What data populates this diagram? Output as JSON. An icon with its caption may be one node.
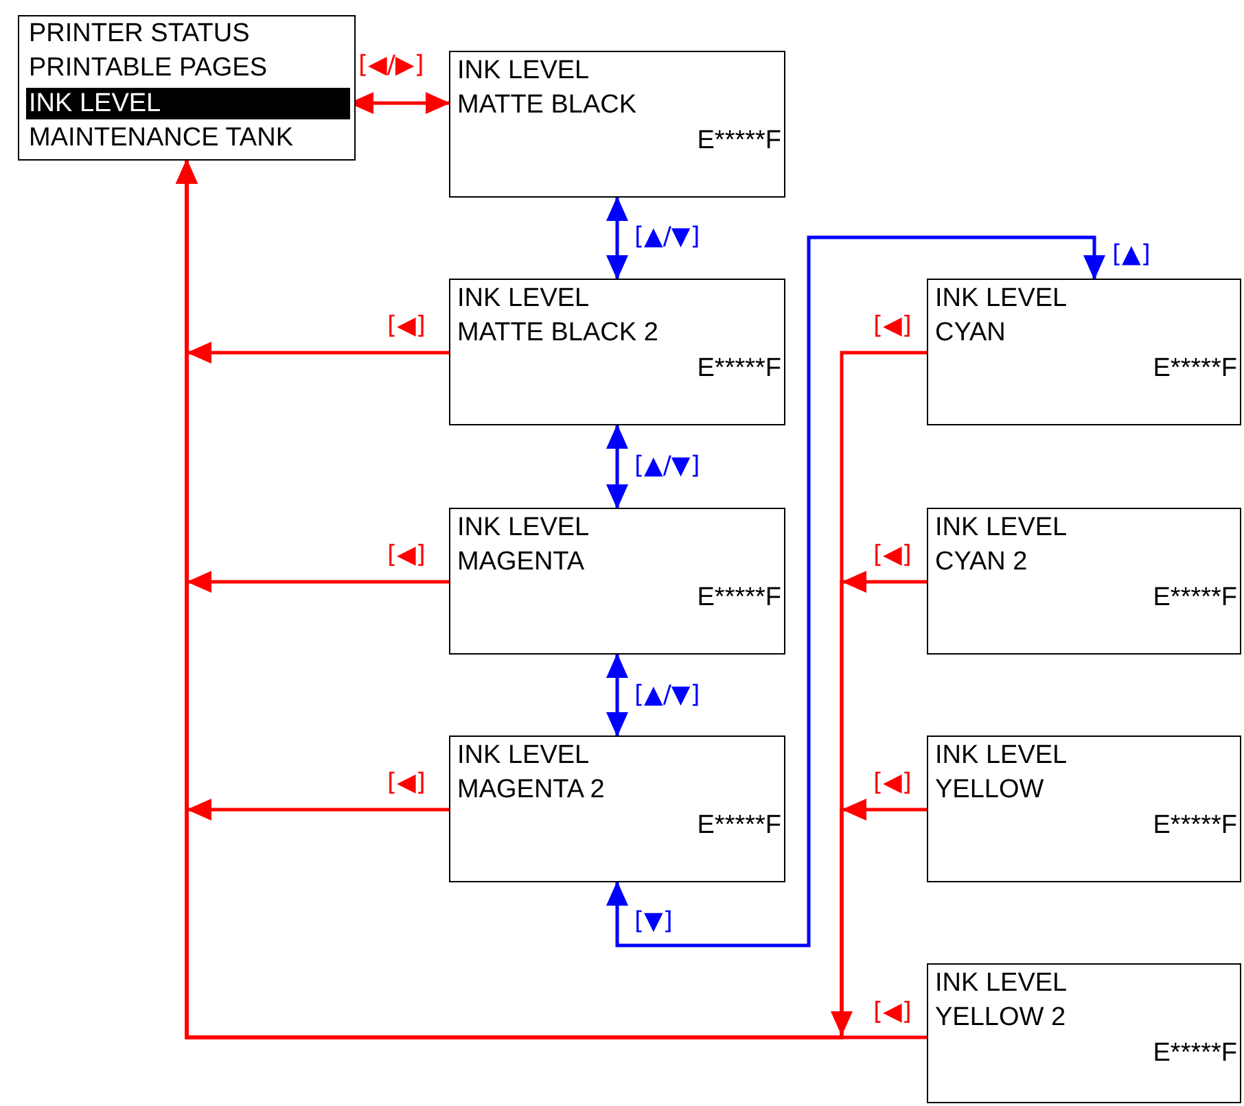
{
  "diagram": {
    "nodes": [
      {
        "text": [],
        "shape": "box"
      },
      {
        "text": [
          "PRINTER STATUS"
        ],
        "in": 0
      },
      {
        "text": [
          "PRINTABLE PAGES"
        ],
        "in": 0
      },
      {
        "text": [
          "INK LEVEL"
        ],
        "in": 0
      },
      {
        "text": [
          "MAINTENANCE TANK"
        ],
        "in": 0
      },
      {
        "text": [
          "INK LEVEL",
          "MATTE BLACK",
          "E*****F"
        ]
      },
      {
        "text": [
          "INK LEVEL",
          "MATTE BLACK 2",
          "E*****F"
        ]
      },
      {
        "text": [
          "INK LEVEL",
          "MAGENTA",
          "E*****F"
        ]
      },
      {
        "text": [
          "INK LEVEL",
          "MAGENTA 2",
          "E*****F"
        ]
      },
      {
        "text": [
          "INK LEVEL",
          "CYAN",
          "E*****F"
        ]
      },
      {
        "text": [
          "INK LEVEL",
          "CYAN 2",
          "E*****F"
        ]
      },
      {
        "text": [
          "INK LEVEL",
          "YELLOW",
          "E*****F"
        ]
      },
      {
        "text": [
          "INK LEVEL",
          "YELLOW 2",
          "E*****F"
        ]
      }
    ],
    "edges": [
      {
        "from": 3,
        "to": 5,
        "arrow": "both",
        "label": "[◀/▶]"
      },
      {
        "from": 5,
        "to": 6,
        "arrow": "both",
        "label": "[▲/▼]",
        "color": "#0000ff"
      },
      {
        "from": 6,
        "to": 7,
        "arrow": "both",
        "label": "[▲/▼]",
        "color": "#0000ff"
      },
      {
        "from": 7,
        "to": 8,
        "arrow": "both",
        "label": "[▲/▼]",
        "color": "#0000ff"
      },
      {
        "from": 8,
        "to": 9,
        "arrow": "both",
        "label": "[▼]",
        "color": "#0000ff"
      },
      {
        "from": 6,
        "to": 0,
        "arrow": "to",
        "label": "[◀]"
      },
      {
        "from": 7,
        "to": 0,
        "arrow": "to",
        "label": "[◀]"
      },
      {
        "from": 8,
        "to": 0,
        "arrow": "to",
        "label": "[◀]"
      },
      {
        "from": 9,
        "to": 0,
        "arrow": "to",
        "label": "[◀]"
      },
      {
        "from": 10,
        "to": 0,
        "arrow": "to",
        "label": "[◀]"
      },
      {
        "from": 11,
        "to": 0,
        "arrow": "to",
        "label": "[◀]"
      },
      {
        "from": 12,
        "to": 0,
        "arrow": "to",
        "label": "[◀]"
      }
    ],
    "labels": [
      "[▲]"
    ]
  }
}
